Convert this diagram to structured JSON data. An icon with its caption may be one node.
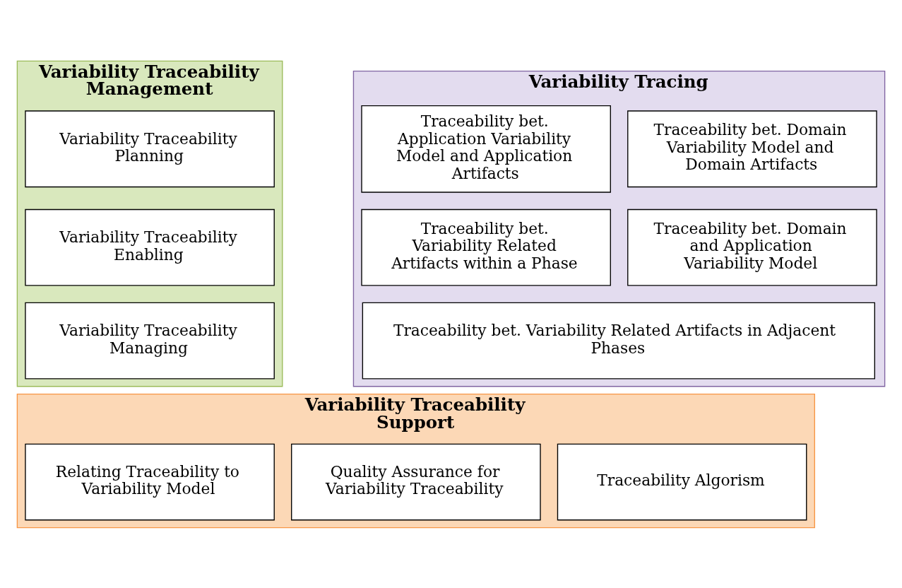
{
  "diagram": {
    "nodes": [
      {
        "text": [
          "Variability Traceability Management"
        ]
      },
      {
        "text": [
          "Variability Traceability Planning"
        ],
        "in": 0
      },
      {
        "text": [
          "Variability Traceability Enabling"
        ],
        "in": 0
      },
      {
        "text": [
          "Variability Traceability Managing"
        ],
        "in": 0
      },
      {
        "text": [
          "Variability Tracing"
        ]
      },
      {
        "text": [
          "Traceability bet. Domain Variability Model and Domain Artifacts"
        ],
        "in": 4
      },
      {
        "text": [
          "Traceability bet. Application Variability Model and Application Artifacts"
        ],
        "in": 4
      },
      {
        "text": [
          "Traceability bet. Domain and Application Variability Model"
        ],
        "in": 4
      },
      {
        "text": [
          "Traceability bet. Variability Related Artifacts within a Phase"
        ],
        "in": 4
      },
      {
        "text": [
          "Traceability bet. Variability Related Artifacts in Adjacent Phases"
        ],
        "in": 4
      },
      {
        "text": [
          "Variability Traceability Support"
        ]
      },
      {
        "text": [
          "Relating Traceability to Variability Model"
        ],
        "in": 10
      },
      {
        "text": [
          "Quality Assurance for Variability Traceability"
        ],
        "in": 10
      },
      {
        "text": [
          "Traceability Algorism"
        ],
        "in": 10
      }
    ],
    "edges": []
  }
}
